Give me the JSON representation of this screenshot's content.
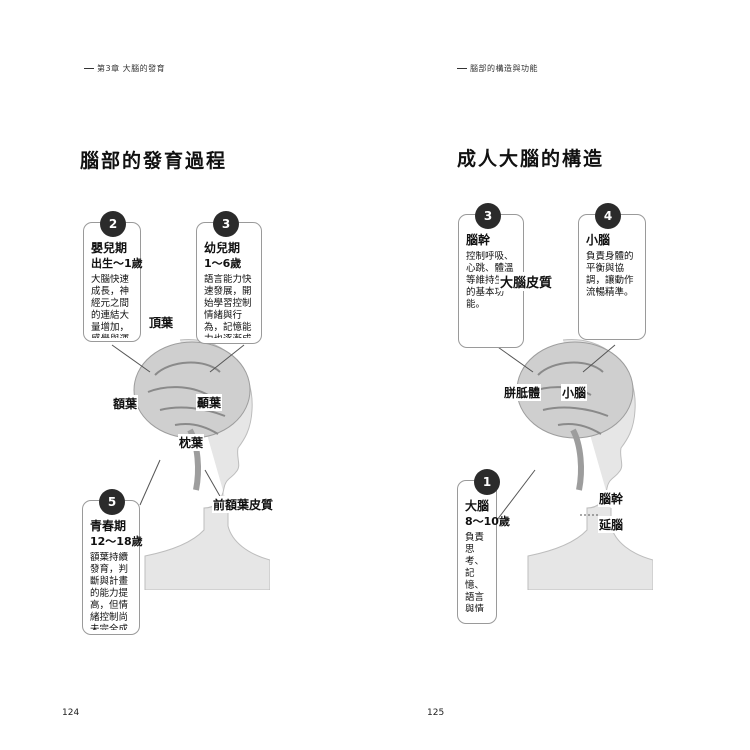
{
  "left_page": {
    "running_head": "第3章 大腦的發育",
    "title": "腦部的發育過程",
    "callouts": [
      {
        "number": "2",
        "title": "嬰兒期",
        "period": "出生～1歲",
        "desc": "大腦快速成長，神經元之間的連結大量增加，感覺與運動能力逐步發展。"
      },
      {
        "number": "3",
        "title": "幼兒期",
        "period": "1～6歲",
        "desc": "語言能力快速發展，開始學習控制情緒與行為，記憶能力也逐漸成熟。"
      },
      {
        "number": "5",
        "title": "青春期",
        "period": "12～18歲",
        "desc": "額葉持續發育，判斷與計畫的能力提高，但情緒控制尚未完全成熟。"
      }
    ],
    "regions": [
      "頂葉",
      "額葉",
      "顳葉",
      "枕葉",
      "前額葉皮質"
    ],
    "folio": "124"
  },
  "right_page": {
    "running_head": "腦部的構造與功能",
    "title": "成人大腦的構造",
    "callouts": [
      {
        "number": "3",
        "title": "腦幹",
        "period": "",
        "desc": "控制呼吸、心跳、體溫等維持生命的基本功能。"
      },
      {
        "number": "4",
        "title": "小腦",
        "period": "",
        "desc": "負責身體的平衡與協調，讓動作流暢精準。"
      },
      {
        "number": "1",
        "title": "大腦",
        "period": "8～10歲",
        "desc": "負責思考、記憶、語言與情緒等高階功能。"
      }
    ],
    "regions": [
      "大腦皮質",
      "胼胝體",
      "小腦",
      "腦幹",
      "延腦"
    ],
    "folio": "125"
  }
}
